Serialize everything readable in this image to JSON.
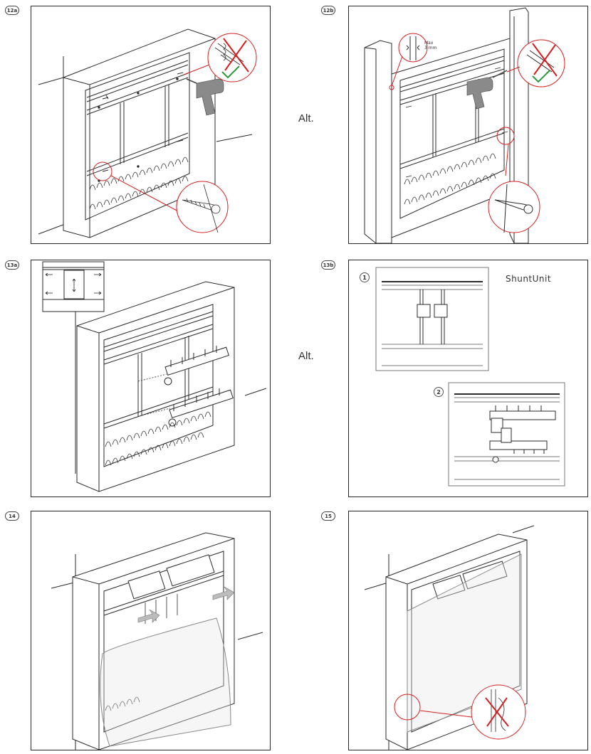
{
  "steps": {
    "s12a": "12a",
    "s12b": "12b",
    "s13a": "13a",
    "s13b": "13b",
    "s14": "14",
    "s15": "15"
  },
  "alt_labels": {
    "alt1": "Alt.",
    "alt2": "Alt."
  },
  "panel_12b": {
    "max_label_line1": "Max",
    "max_label_line2": "3 mm"
  },
  "panel_13b": {
    "sub1": "1",
    "sub2": "2",
    "shunt_label": "ShuntUnit"
  },
  "icons": {
    "wrong": "red-cross-icon",
    "right": "green-check-icon",
    "drill": "drill-icon",
    "arrows": "direction-arrows-icon"
  },
  "colors": {
    "line": "#2a2a2a",
    "callout_red": "#d32020",
    "check_green": "#2e9a3a",
    "drill_grey": "#8a8a8a"
  }
}
